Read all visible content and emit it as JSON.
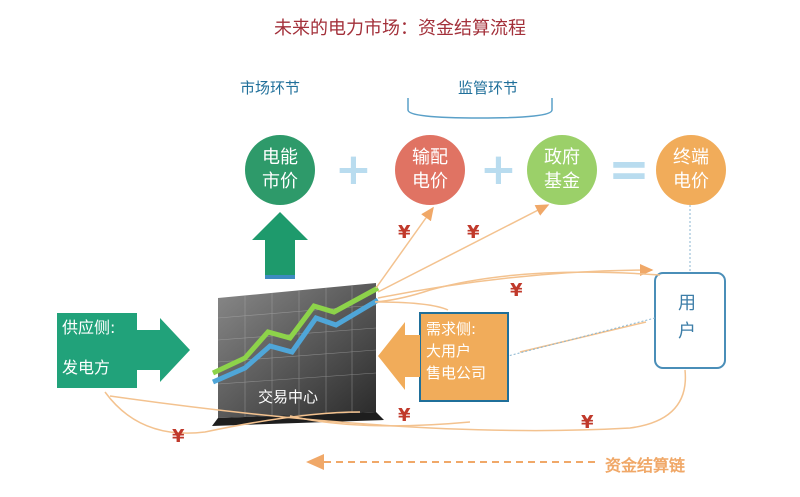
{
  "title": "未来的电力市场：资金结算流程",
  "labels": {
    "market_segment": "市场环节",
    "regulation_segment": "监管环节"
  },
  "nodes": {
    "market_price": "电能\n市价",
    "transmission_price": "输配\n电价",
    "government_fund": "政府\n基金",
    "end_price": "终端\n电价",
    "supply_side": "供应侧:\n\n发电方",
    "demand_side": "需求侧:\n大用户\n售电公司",
    "user": "用\n户",
    "trading_center": "交易中心"
  },
  "operators": {
    "plus1": "+",
    "plus2": "+",
    "equals": "="
  },
  "money_symbol": "¥",
  "legend": {
    "settlement_chain": "资金结算链"
  },
  "colors": {
    "title": "#a3303a",
    "market": "#2e9a6a",
    "transmission": "#e07363",
    "government": "#9bd069",
    "end": "#f1ac5a",
    "supply_box": "#21a27a",
    "demand_box": "#f1ac5a",
    "user_border": "#4a8eb8",
    "flow_line": "#f3c28f",
    "money": "#c0392b"
  }
}
